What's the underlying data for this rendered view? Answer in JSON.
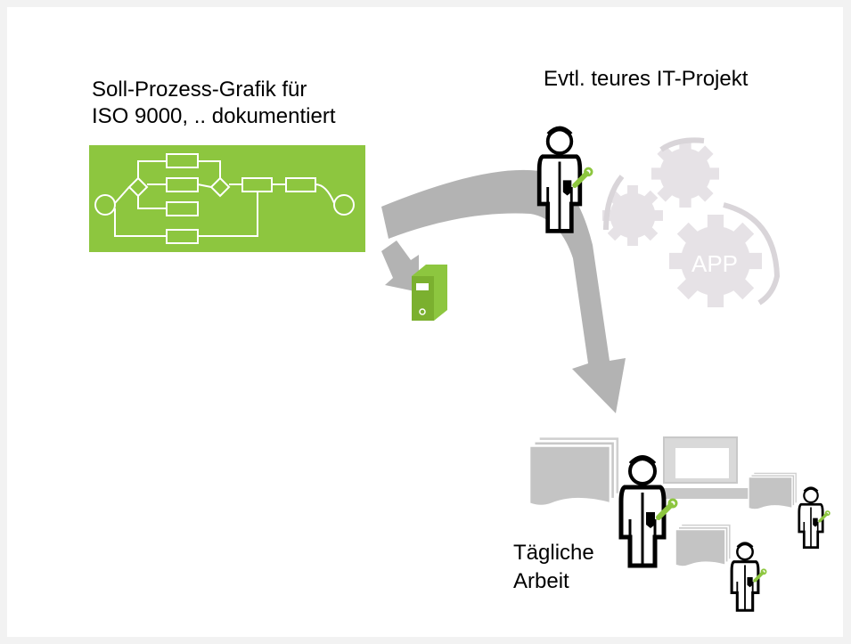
{
  "labels": {
    "soll_line1": "Soll-Prozess-Grafik für",
    "soll_line2": "ISO 9000, .. dokumentiert",
    "it_project": "Evtl. teures IT-Projekt",
    "daily_line1": "Tägliche",
    "daily_line2": "Arbeit",
    "app": "APP"
  },
  "icons": [
    "process-diagram-icon",
    "binder-icon",
    "gears-icon",
    "worker-icon",
    "documents-icon",
    "monitor-icon"
  ],
  "colors": {
    "green": "#8dc63f",
    "arrow": "#b3b3b3",
    "gear": "#e6e2e6",
    "doc": "#c8c8c8"
  }
}
